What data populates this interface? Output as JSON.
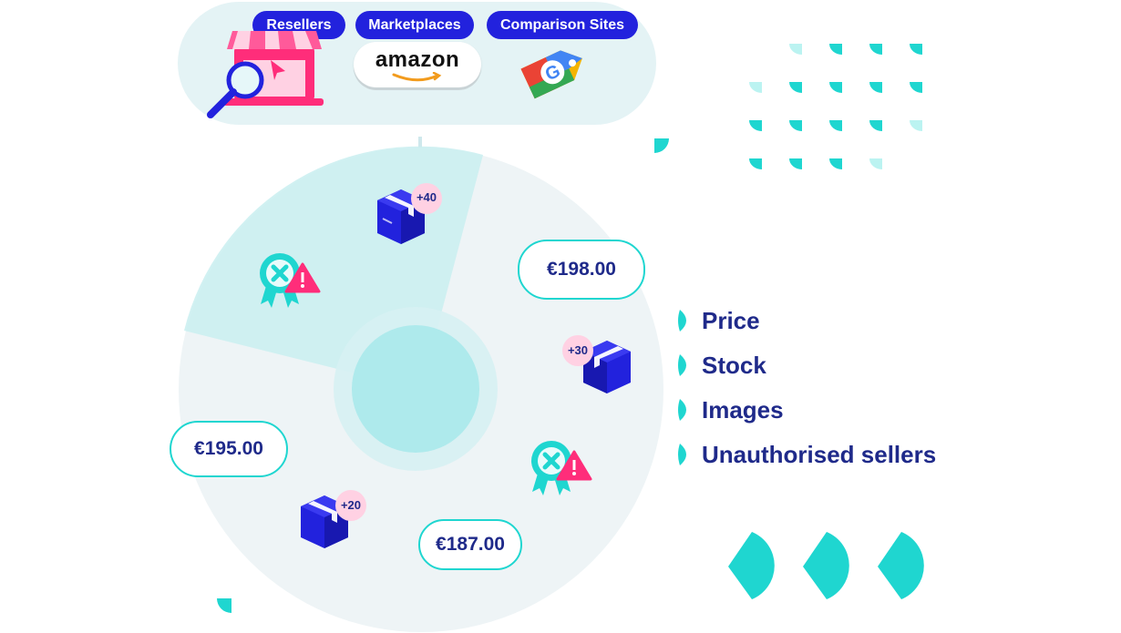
{
  "sources": {
    "resellers_label": "Resellers",
    "marketplaces_label": "Marketplaces",
    "comparison_label": "Comparison Sites",
    "amazon_text": "amazon"
  },
  "badges": {
    "box_top": "+40",
    "box_right": "+30",
    "box_bottom": "+20"
  },
  "prices": {
    "top_right": "€198.00",
    "left": "€195.00",
    "bottom": "€187.00"
  },
  "features": [
    {
      "label": "Price"
    },
    {
      "label": "Stock"
    },
    {
      "label": "Images"
    },
    {
      "label": "Unauthorised sellers"
    }
  ],
  "colors": {
    "accent_teal": "#1fd6d0",
    "navy_text": "#1f2a8a",
    "chip_blue": "#2222dd",
    "pink": "#ff2d7a"
  }
}
